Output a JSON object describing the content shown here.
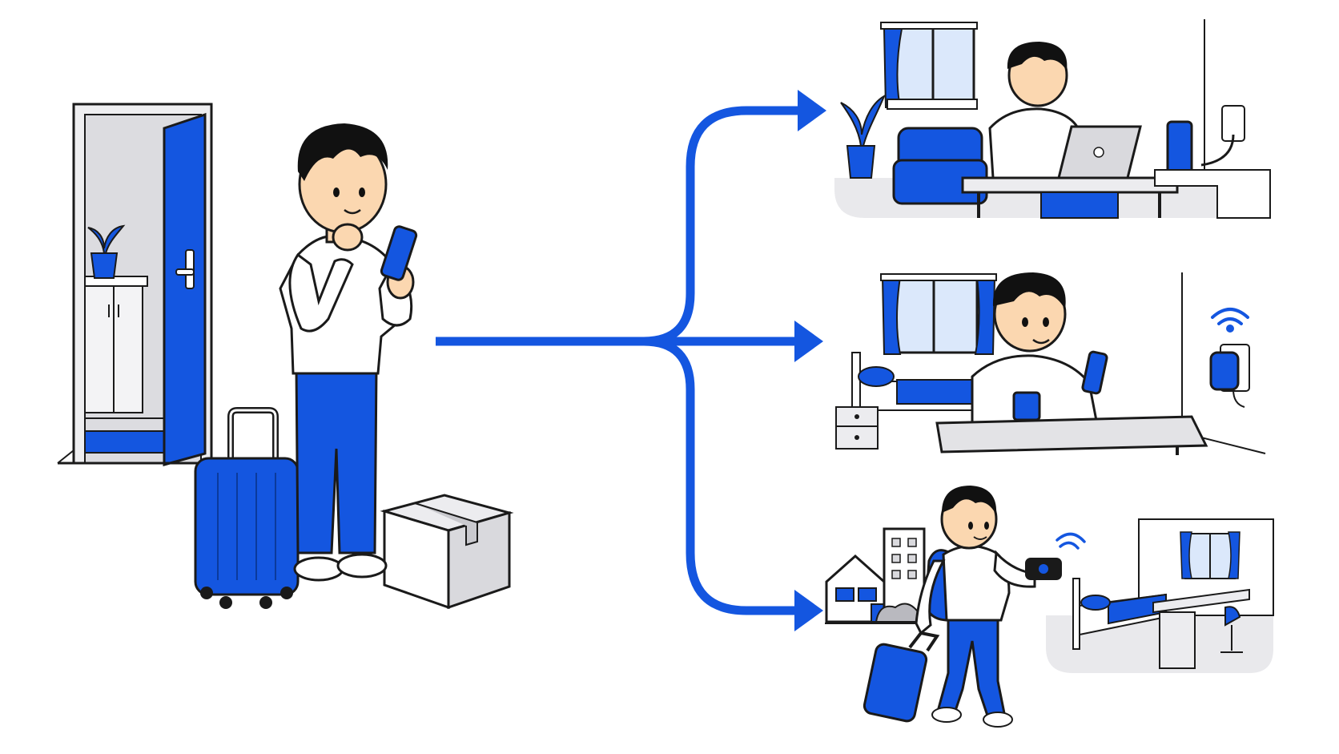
{
  "colors": {
    "accent": "#1456e0",
    "outline": "#1a1a1a",
    "skin": "#fbd7b0",
    "hair": "#111111",
    "floor": "#e9e9ec",
    "gray": "#d9d9dd",
    "light_blue": "#dbe8fb",
    "white": "#ffffff"
  },
  "scenes": {
    "left": "person-moving-in-with-suitcase-and-box",
    "top_right": "home-fixed-line-internet",
    "middle_right": "plug-in-wifi-router",
    "bottom_right": "pocket-wifi-on-the-go"
  }
}
